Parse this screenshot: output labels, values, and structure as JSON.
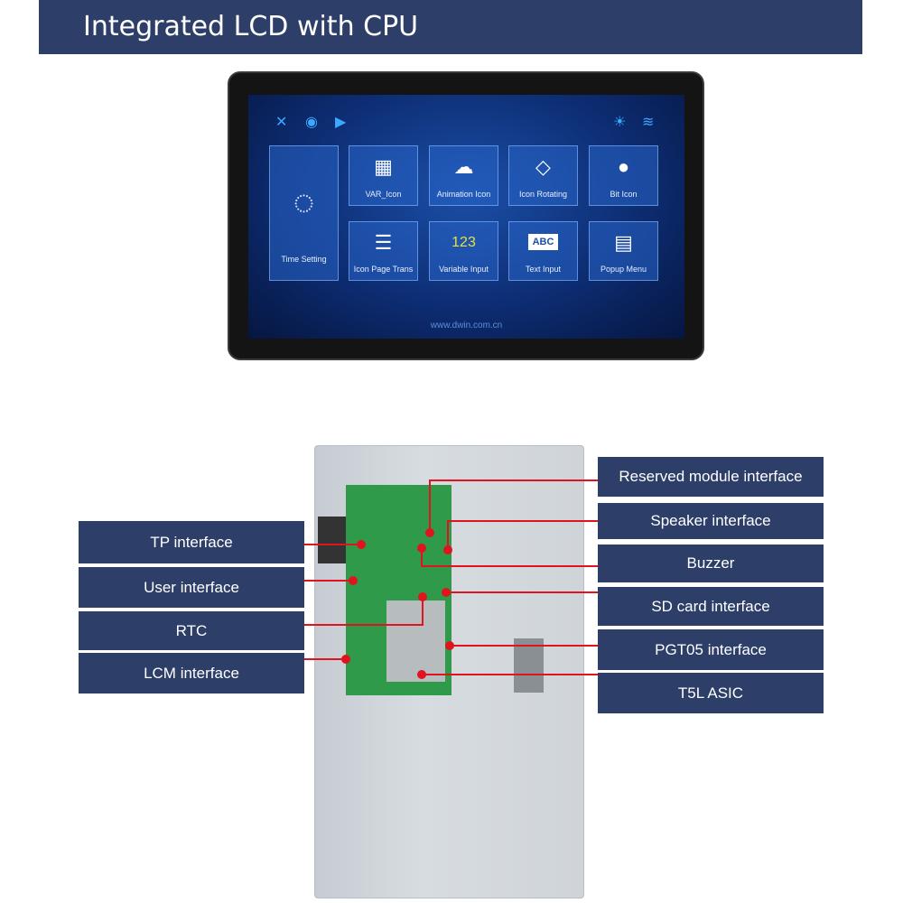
{
  "header": {
    "title": "Integrated LCD with CPU"
  },
  "screen": {
    "status_icons": [
      "tools-icon",
      "camera-icon",
      "play-icon",
      "brightness-icon",
      "wifi-icon"
    ],
    "tiles": [
      {
        "label": "Time Setting",
        "icon": "clock-icon"
      },
      {
        "label": "VAR_Icon",
        "icon": "grid-icon"
      },
      {
        "label": "Animation Icon",
        "icon": "cloud-icon"
      },
      {
        "label": "Icon Rotating",
        "icon": "rotate-icon"
      },
      {
        "label": "Bit Icon",
        "icon": "bulb-icon"
      },
      {
        "label": "Icon Page Trans",
        "icon": "sliders-icon"
      },
      {
        "label": "Variable Input",
        "icon": "number-icon"
      },
      {
        "label": "Text Input",
        "icon": "book-icon"
      },
      {
        "label": "Popup Menu",
        "icon": "menu-icon"
      }
    ],
    "url": "www.dwin.com.cn"
  },
  "callouts": {
    "left": [
      "TP interface",
      "User interface",
      "RTC",
      "LCM interface"
    ],
    "right": [
      "Reserved module interface",
      "Speaker interface",
      "Buzzer",
      "SD card interface",
      "PGT05 interface",
      "T5L ASIC"
    ]
  },
  "colors": {
    "label_bg": "#2d3f68",
    "line": "#e0141e"
  }
}
